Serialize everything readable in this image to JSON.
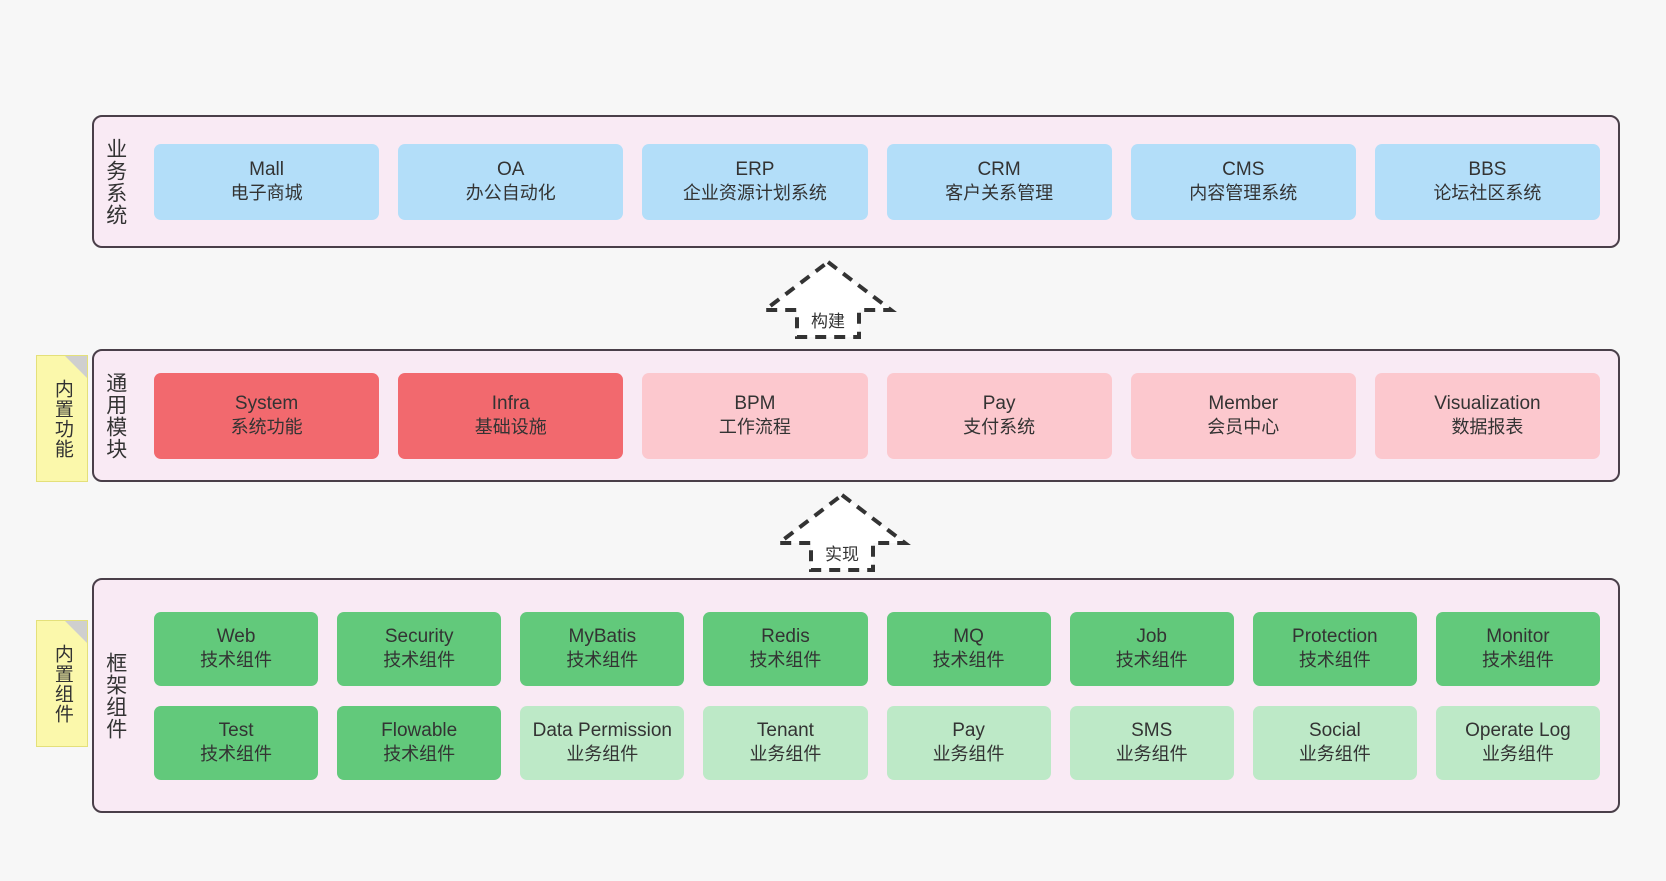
{
  "diagram": {
    "background": "#f7f7f7",
    "panel_background": "#f9eaf4",
    "panel_border": "#4a3f49",
    "colors": {
      "business_system": "#b3def9",
      "module_active": "#f2696e",
      "module_inactive": "#fcc8ce",
      "tech_component": "#62c97b",
      "business_component": "#bde9c7",
      "sticky_note": "#fbf8ab",
      "sticky_fold": "#cfcfcf"
    }
  },
  "layers": {
    "business": {
      "title": "业务系统",
      "nodes": [
        {
          "en": "Mall",
          "cn": "电子商城"
        },
        {
          "en": "OA",
          "cn": "办公自动化"
        },
        {
          "en": "ERP",
          "cn": "企业资源计划系统"
        },
        {
          "en": "CRM",
          "cn": "客户关系管理"
        },
        {
          "en": "CMS",
          "cn": "内容管理系统"
        },
        {
          "en": "BBS",
          "cn": "论坛社区系统"
        }
      ]
    },
    "modules": {
      "title": "通用模块",
      "sticky": "内置功能",
      "nodes": [
        {
          "en": "System",
          "cn": "系统功能",
          "state": "active"
        },
        {
          "en": "Infra",
          "cn": "基础设施",
          "state": "active"
        },
        {
          "en": "BPM",
          "cn": "工作流程",
          "state": "inactive"
        },
        {
          "en": "Pay",
          "cn": "支付系统",
          "state": "inactive"
        },
        {
          "en": "Member",
          "cn": "会员中心",
          "state": "inactive"
        },
        {
          "en": "Visualization",
          "cn": "数据报表",
          "state": "inactive"
        }
      ]
    },
    "framework": {
      "title": "框架组件",
      "sticky": "内置组件",
      "row_tech": [
        {
          "en": "Web",
          "cn": "技术组件"
        },
        {
          "en": "Security",
          "cn": "技术组件"
        },
        {
          "en": "MyBatis",
          "cn": "技术组件"
        },
        {
          "en": "Redis",
          "cn": "技术组件"
        },
        {
          "en": "MQ",
          "cn": "技术组件"
        },
        {
          "en": "Job",
          "cn": "技术组件"
        },
        {
          "en": "Protection",
          "cn": "技术组件"
        },
        {
          "en": "Monitor",
          "cn": "技术组件"
        }
      ],
      "row_business": [
        {
          "en": "Test",
          "cn": "技术组件"
        },
        {
          "en": "Flowable",
          "cn": "技术组件"
        },
        {
          "en": "Data Permission",
          "cn": "业务组件"
        },
        {
          "en": "Tenant",
          "cn": "业务组件"
        },
        {
          "en": "Pay",
          "cn": "业务组件"
        },
        {
          "en": "SMS",
          "cn": "业务组件"
        },
        {
          "en": "Social",
          "cn": "业务组件"
        },
        {
          "en": "Operate Log",
          "cn": "业务组件"
        }
      ]
    }
  },
  "arrows": [
    {
      "label": "构建",
      "icon": "hollow-arrow-up-icon"
    },
    {
      "label": "实现",
      "icon": "hollow-arrow-up-icon"
    }
  ]
}
